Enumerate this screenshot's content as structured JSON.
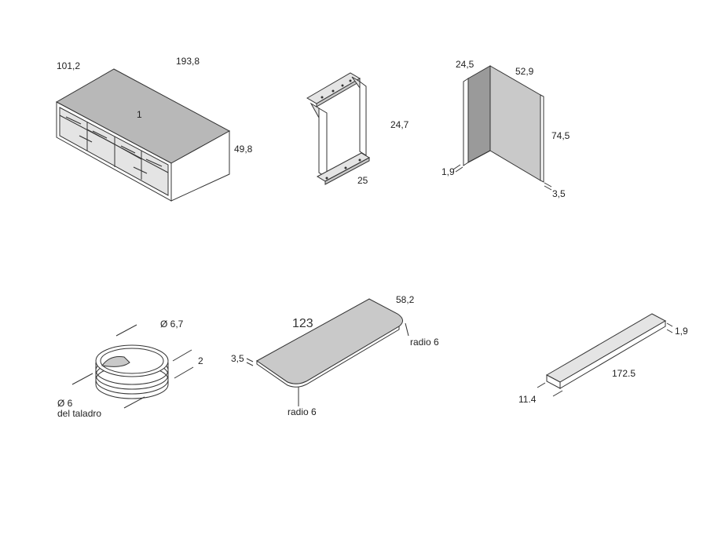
{
  "cabinet": {
    "depth": "101,2",
    "width": "193,8",
    "height": "49,8",
    "item_number": "1"
  },
  "leg_frame": {
    "height": "24,7",
    "depth": "25"
  },
  "panel": {
    "depth": "24,5",
    "width": "52,9",
    "height": "74,5",
    "thickness": "1,9",
    "offset": "3,5"
  },
  "grommet": {
    "outer_diameter": "Ø 6,7",
    "height": "2",
    "drill_diameter": "Ø 6",
    "drill_note": "del taladro"
  },
  "desktop": {
    "length": "123",
    "width": "58,2",
    "thickness": "3,5",
    "radius_right": "radio 6",
    "radius_front": "radio 6"
  },
  "beam": {
    "length": "172.5",
    "thickness": "1,9",
    "width": "11.4"
  }
}
